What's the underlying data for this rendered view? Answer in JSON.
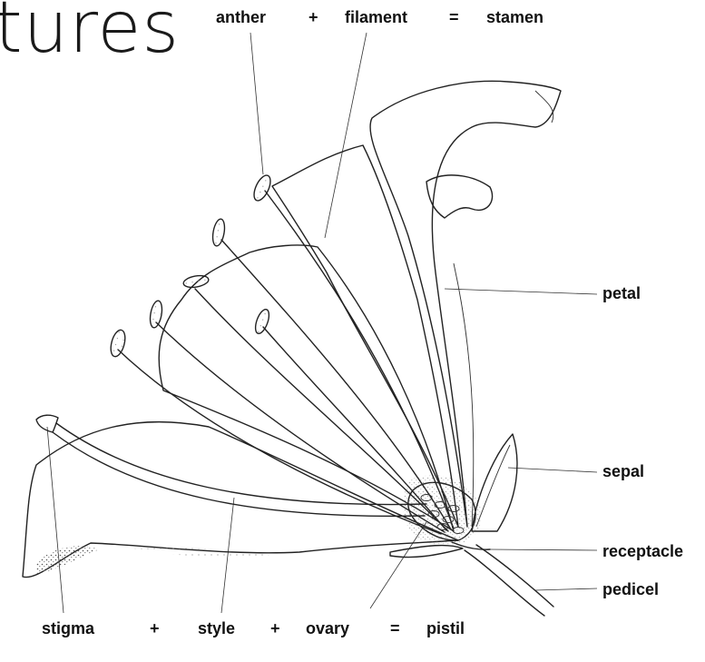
{
  "header": {
    "title_fragment": "tures"
  },
  "formulas": {
    "stamen": {
      "part1": "anther",
      "plus": "+",
      "part2": "filament",
      "equals": "=",
      "result": "stamen"
    },
    "pistil": {
      "part1": "stigma",
      "plus1": "+",
      "part2": "style",
      "plus2": "+",
      "part3": "ovary",
      "equals": "=",
      "result": "pistil"
    }
  },
  "labels": {
    "petal": "petal",
    "sepal": "sepal",
    "receptacle": "receptacle",
    "pedicel": "pedicel"
  }
}
